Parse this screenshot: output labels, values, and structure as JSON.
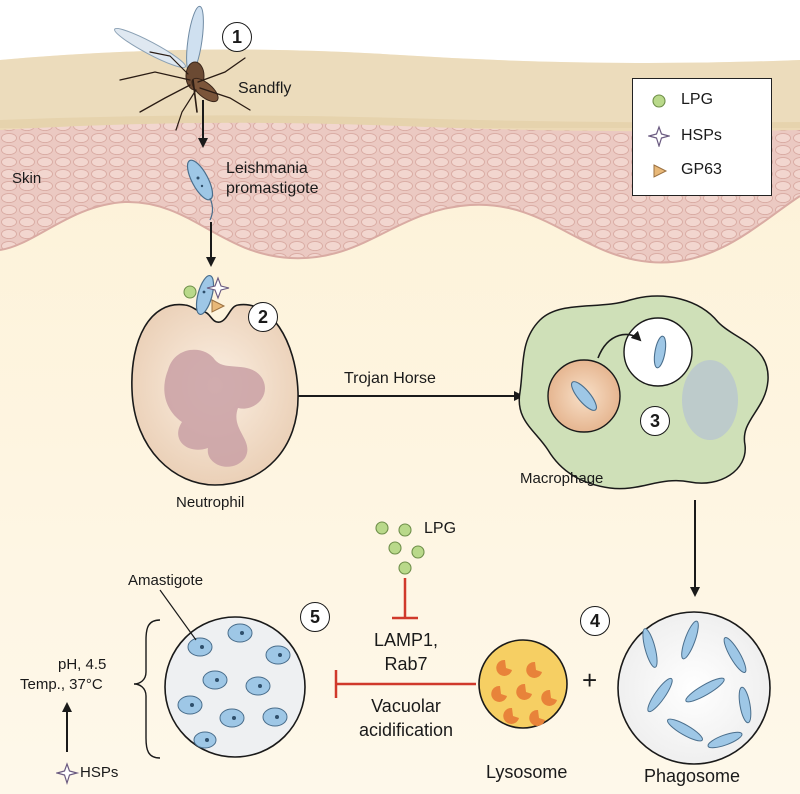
{
  "steps": [
    "1",
    "2",
    "3",
    "4",
    "5"
  ],
  "labels": {
    "sandfly": "Sandfly",
    "skin": "Skin",
    "promastigote_line1": "Leishmania",
    "promastigote_line2": "promastigote",
    "trojan_horse": "Trojan Horse",
    "neutrophil": "Neutrophil",
    "macrophage": "Macrophage",
    "lpg": "LPG",
    "amastigote": "Amastigote",
    "lamp1": "LAMP1,",
    "rab7": "Rab7",
    "vacuolar_line1": "Vacuolar",
    "vacuolar_line2": "acidification",
    "ph": "pH, 4.5",
    "temp": "Temp., 37°C",
    "hsps": "HSPs",
    "lysosome": "Lysosome",
    "phagosome": "Phagosome",
    "plus": "+"
  },
  "legend": [
    {
      "symbol": "green-circle",
      "label": "LPG"
    },
    {
      "symbol": "four-point-star",
      "label": "HSPs"
    },
    {
      "symbol": "orange-triangle",
      "label": "GP63"
    }
  ],
  "colors": {
    "skin_surface": "#ecdcbc",
    "dermis": "#e9c8c0",
    "tissue": "#fdf3dc",
    "parasite": "#9ec7e6",
    "lpg_green": "#b9d98a",
    "gp63_orange": "#e8b878",
    "inhibition_red": "#d0392b",
    "macrophage_green": "#cfe0b8",
    "lysosome_yellow": "#f6cf63"
  }
}
